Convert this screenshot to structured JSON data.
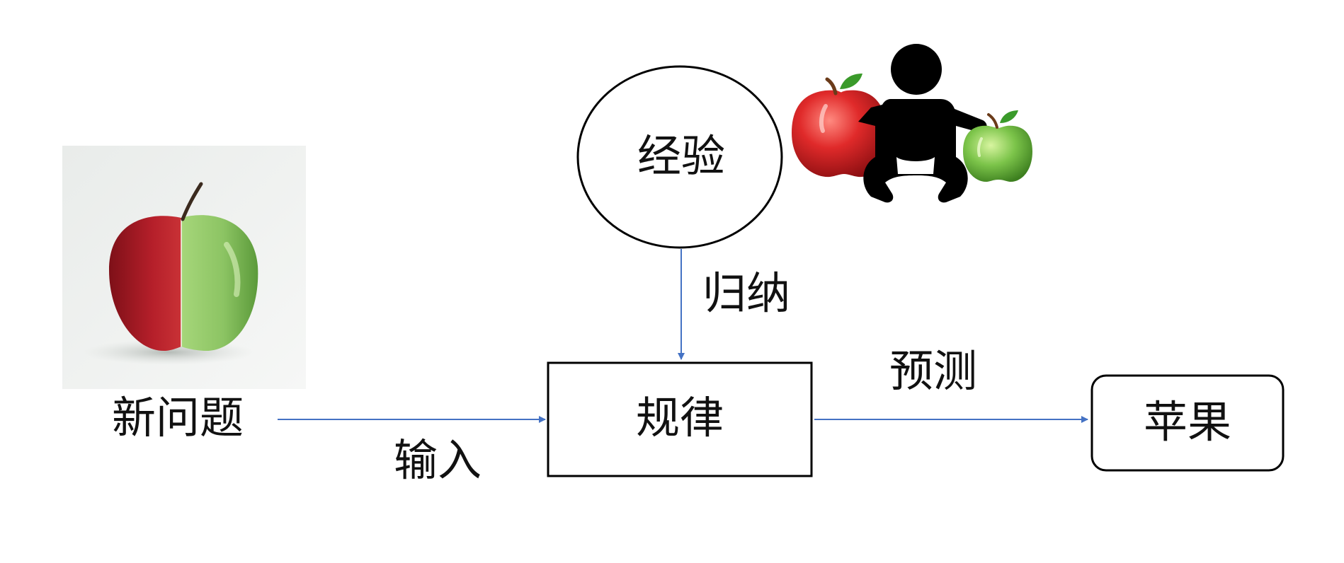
{
  "nodes": {
    "experience": "经验",
    "rule": "规律",
    "apple": "苹果",
    "new_problem": "新问题"
  },
  "edges": {
    "induce": "归纳",
    "input": "输入",
    "predict": "预测"
  },
  "colors": {
    "arrow": "#4472C4",
    "stroke": "#000000",
    "apple_red": "#d8262e",
    "apple_green": "#7cc44a"
  },
  "icons": [
    "split-apple-photo",
    "red-apple-icon",
    "baby-icon",
    "green-apple-icon"
  ]
}
